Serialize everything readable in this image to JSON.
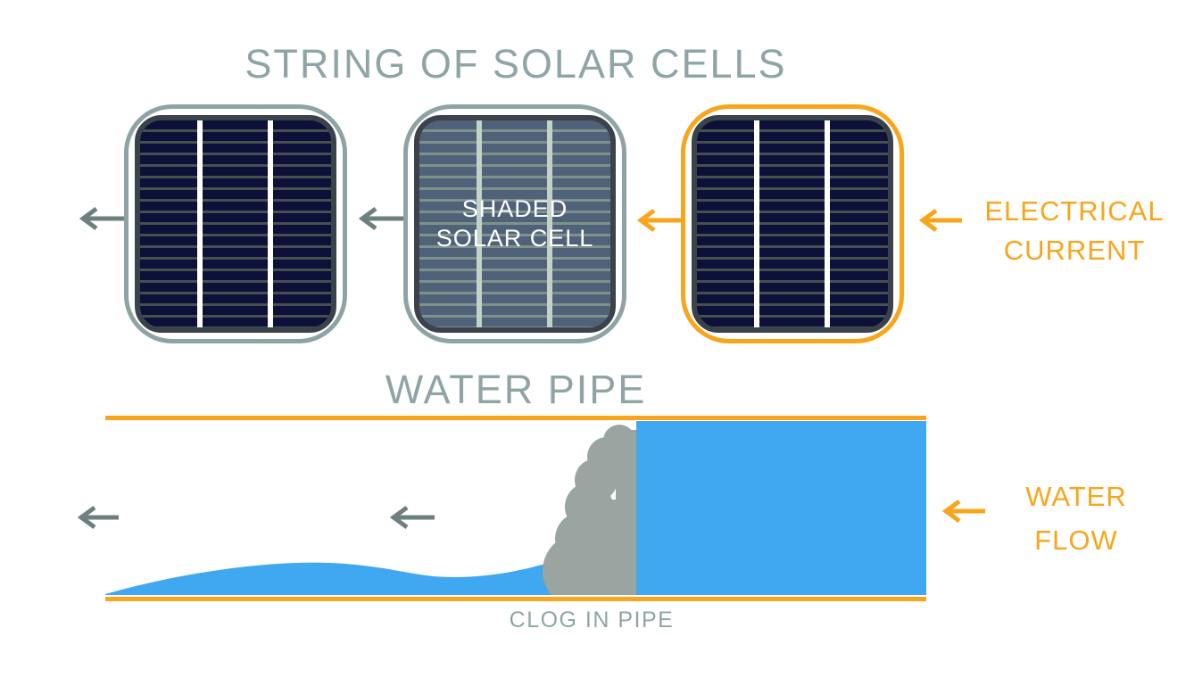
{
  "solar": {
    "title": "STRING OF SOLAR CELLS",
    "shaded_line1": "SHADED",
    "shaded_line2": "SOLAR CELL",
    "current_line1": "ELECTRICAL",
    "current_line2": "CURRENT"
  },
  "pipe": {
    "title": "WATER PIPE",
    "clog_label": "CLOG IN PIPE",
    "flow_line1": "WATER",
    "flow_line2": "FLOW"
  },
  "colors": {
    "accent_orange": "#F9A51C",
    "water_blue": "#3FA8F0",
    "cell_navy": "#0D1038",
    "cell_rim": "#3A434A",
    "cell_line": "#44514E",
    "shaded_cell": "#50627A",
    "shaded_line": "#7E9289",
    "shaded_divider": "#C2D2C9",
    "frame_gray": "#8EA4A4",
    "title_gray": "#8FA5A5",
    "arrow_gray": "#6D7F7F",
    "clog_gray": "#9AA5A2",
    "divider_white": "#FFFFFF"
  }
}
